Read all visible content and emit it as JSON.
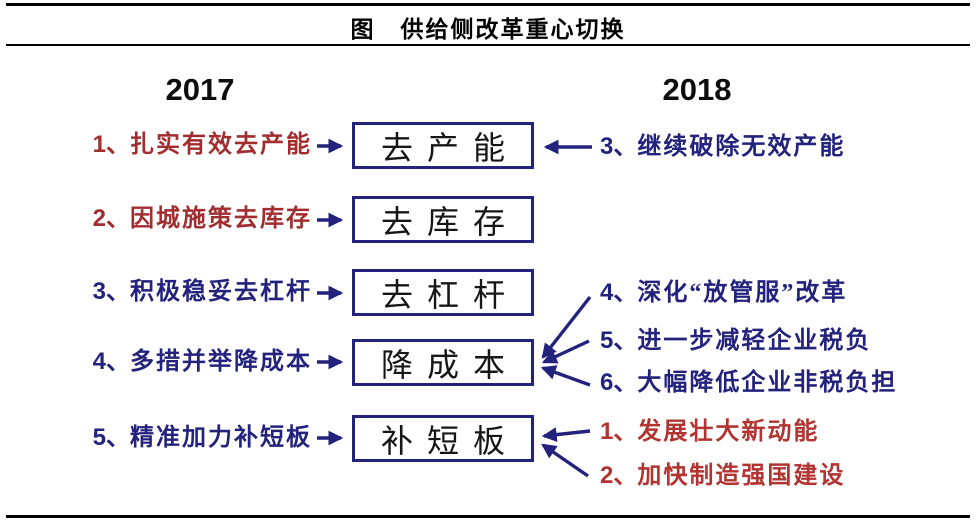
{
  "figure": {
    "title": "图　供给侧改革重心切换",
    "left_year": "2017",
    "right_year": "2018"
  },
  "colors": {
    "navy": "#23237d",
    "red_left": "#a12d2f",
    "red_right": "#b23431",
    "box_border": "#23237d",
    "box_text": "#161616",
    "rule": "#000000"
  },
  "boxes": [
    {
      "label": "去产能"
    },
    {
      "label": "去库存"
    },
    {
      "label": "去杠杆"
    },
    {
      "label": "降成本"
    },
    {
      "label": "补短板"
    }
  ],
  "left_items": [
    {
      "num": "1、",
      "label": "扎实有效去产能",
      "color": "#a12d2f",
      "target": "去产能"
    },
    {
      "num": "2、",
      "label": "因城施策去库存",
      "color": "#a12d2f",
      "target": "去库存"
    },
    {
      "num": "3、",
      "label": "积极稳妥去杠杆",
      "color": "#23237d",
      "target": "去杠杆"
    },
    {
      "num": "4、",
      "label": "多措并举降成本",
      "color": "#23237d",
      "target": "降成本"
    },
    {
      "num": "5、",
      "label": "精准加力补短板",
      "color": "#23237d",
      "target": "补短板"
    }
  ],
  "right_items": [
    {
      "num": "3、",
      "label": "继续破除无效产能",
      "color": "#23237d",
      "target": "去产能"
    },
    {
      "num": "4、",
      "label": "深化“放管服”改革",
      "color": "#23237d",
      "target": "降成本"
    },
    {
      "num": "5、",
      "label": "进一步减轻企业税负",
      "color": "#23237d",
      "target": "降成本"
    },
    {
      "num": "6、",
      "label": "大幅降低企业非税负担",
      "color": "#23237d",
      "target": "降成本"
    },
    {
      "num": "1、",
      "label": "发展壮大新动能",
      "color": "#b23431",
      "target": "补短板"
    },
    {
      "num": "2、",
      "label": "加快制造强国建设",
      "color": "#b23431",
      "target": "补短板"
    }
  ]
}
